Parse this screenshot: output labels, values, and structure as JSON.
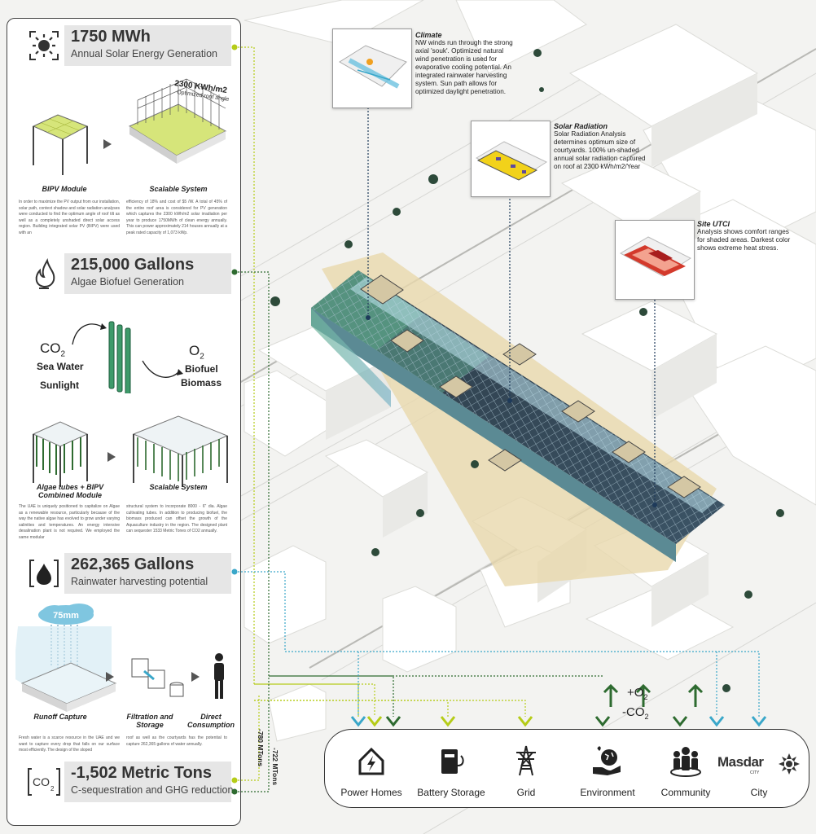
{
  "colors": {
    "solar": "#b5cc18",
    "algae": "#2e6b30",
    "rain": "#3aa7c9",
    "panel_border": "#444444",
    "stat_bg": "#e6e6e6"
  },
  "solar": {
    "value": "1750 MWh",
    "subtitle": "Annual Solar Energy Generation",
    "roof_label": "2300 KWh/m2",
    "roof_sublabel": "Optimized roof angle",
    "module_caption": "BIPV Module",
    "system_caption": "Scalable System",
    "text_left": "In order to maximize the PV output from our installation, solar path, context shadow and solar radiation analyses were conducted to find the optimum angle of roof tilt as well as a completely unshaded direct solar access region. Building integrated solar PV (BIPV) were used with an",
    "text_right": "efficiency of 18% and cost of $5 /W. A total of 45% of the entire roof area is considered for PV generation which captures the 2300 kWh/m2 solar irradiation per year to produce 1750MWh of clean energy annually. This can power approximately 214 houses annually at a peak rated capacity of 1,073 kWp."
  },
  "algae": {
    "value": "215,000 Gallons",
    "subtitle": "Algae Biofuel Generation",
    "co2": "CO",
    "co2_sub": "2",
    "sea_water": "Sea Water",
    "sunlight": "Sunlight",
    "o2": "O",
    "o2_sub": "2",
    "biofuel": "Biofuel",
    "biomass": "Biomass",
    "module_caption_1": "Algae tubes + BIPV",
    "module_caption_2": "Combined Module",
    "system_caption": "Scalable System",
    "text_left": "The UAE is uniquely positioned to capitalize on Algae as a renewable resource, particularly because of the way the native algae has evolved to grow under varying salinities and temperatures. An energy intensive desalination plant is not required. We employed the same modular",
    "text_right": "structural system to incorporate 8000 - 6\" dia. Algae cultivating tubes. In addition to producing biofuel, the biomass produced can offset the growth of the Aquaculture industry in the region. The designed plant can sequester 1533 Metric Tones of CO2 annually."
  },
  "rain": {
    "value": "262,365 Gallons",
    "subtitle": "Rainwater harvesting potential",
    "cloud_label": "75mm",
    "runoff_caption": "Runoff Capture",
    "filtration_caption_1": "Filtration and",
    "filtration_caption_2": "Storage",
    "direct_caption_1": "Direct",
    "direct_caption_2": "Consumption",
    "text_left": "Fresh water is a scarce resource in the UAE and we want to capture every drop that falls on our surface most efficiently. The design of the sloped",
    "text_right": "roof as well as the courtyards has the potential to capture 262,365 gallons of water annually."
  },
  "carbon": {
    "co2": "CO",
    "co2_sub": "2",
    "value": "-1,502 Metric Tons",
    "subtitle": "C-sequestration and GHG reduction",
    "vlabel_1": "-780 MTons",
    "vlabel_2": "-722 MTons"
  },
  "callouts": {
    "climate": {
      "title": "Climate",
      "body": "NW winds run through the strong axial 'souk'. Optimized natural wind penetration is used for evaporative cooling potential. An integrated rainwater harvesting system. Sun path allows for optimized daylight penetration."
    },
    "solar_radiation": {
      "title": "Solar Radiation",
      "body": "Solar Radiation Analysis determines optimum size of courtyards. 100% un-shaded annual solar radiation captured on roof at 2300 kWh/m2/Year"
    },
    "utci": {
      "title": "Site UTCI",
      "body": "Analysis shows comfort ranges for shaded areas. Darkest color shows extreme heat stress."
    }
  },
  "exchange": {
    "o2": "+O",
    "o2_sub": "2",
    "co2": "-CO",
    "co2_sub": "2"
  },
  "outputs": [
    {
      "label": "Power Homes",
      "icon": "house-power-icon"
    },
    {
      "label": "Battery Storage",
      "icon": "battery-icon"
    },
    {
      "label": "Grid",
      "icon": "pylon-icon"
    },
    {
      "label": "Environment",
      "icon": "globe-hand-icon"
    },
    {
      "label": "Community",
      "icon": "people-icon"
    },
    {
      "label": "City",
      "icon": "masdar-logo-icon"
    }
  ],
  "masdar": {
    "name": "Masdar",
    "sub": "CITY"
  }
}
